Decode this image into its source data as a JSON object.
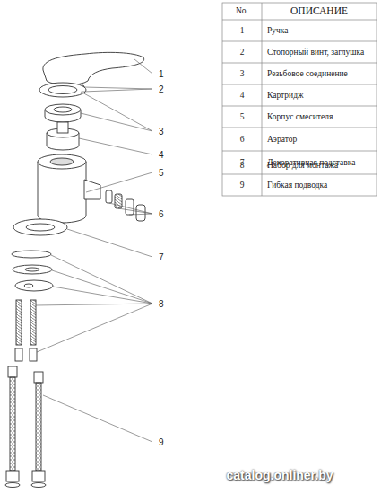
{
  "diagram": {
    "labels": [
      "No.",
      "ОПИСАНИЕ",
      "1",
      "Ручка",
      "2",
      "Стопорный винт, заглушка",
      "3",
      "Резьбовое соединение",
      "4",
      "Картридж",
      "5",
      "Корпус смесителя",
      "6",
      "Аэратор",
      "7",
      "Декоративная подставка",
      "8",
      "Набор для монтажа",
      "9",
      "Гибкая подводка",
      "1",
      "2",
      "3",
      "4",
      "5",
      "6",
      "7",
      "8",
      "9",
      "catalog.onliner.by"
    ]
  }
}
